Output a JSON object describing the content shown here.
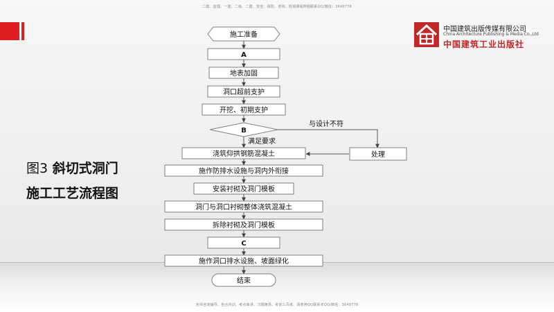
{
  "watermark": {
    "top": "二建、监理、一建、二级、二建、安全、消防、咨询、检测课程押题联系QQ/微信：3649778",
    "bottom": "完师咨询辅导、自合内训、考点串讲、习题精讲、考前三页纸、请使用QQ联系买QQ/微信：3649778"
  },
  "figure_title": {
    "line1_prefix": "图3",
    "line1_text": "斜切式洞门",
    "line2": "施工工艺流程图"
  },
  "publisher": {
    "name_cn": "中国建筑出版传媒有限公司",
    "name_en": "China Architecture Publishing & Media Co.,Ltd",
    "name_cn2": "中国建筑工业出版社"
  },
  "colors": {
    "accent_red": "#e02020",
    "logo_red": "#c0282a"
  },
  "flowchart": {
    "nodes": {
      "start": "施工准备",
      "a": "A",
      "ground": "地表加固",
      "portal_support": "洞口超前支护",
      "excavate": "开挖、初期支护",
      "b": "B",
      "invert": "浇筑仰拱钢筋混凝土",
      "drain": "施作防排水设施与洞内外衔接",
      "formwork": "安装衬砌及洞门模板",
      "pour": "洞门与洞口衬砌整体浇筑混凝土",
      "remove": "拆除衬砌及洞门模板",
      "c": "C",
      "finish": "施作洞口排水设施、坡面绿化",
      "end": "结束",
      "handle": "处理"
    },
    "labels": {
      "mismatch": "与设计不符",
      "meets": "满足要求"
    }
  }
}
